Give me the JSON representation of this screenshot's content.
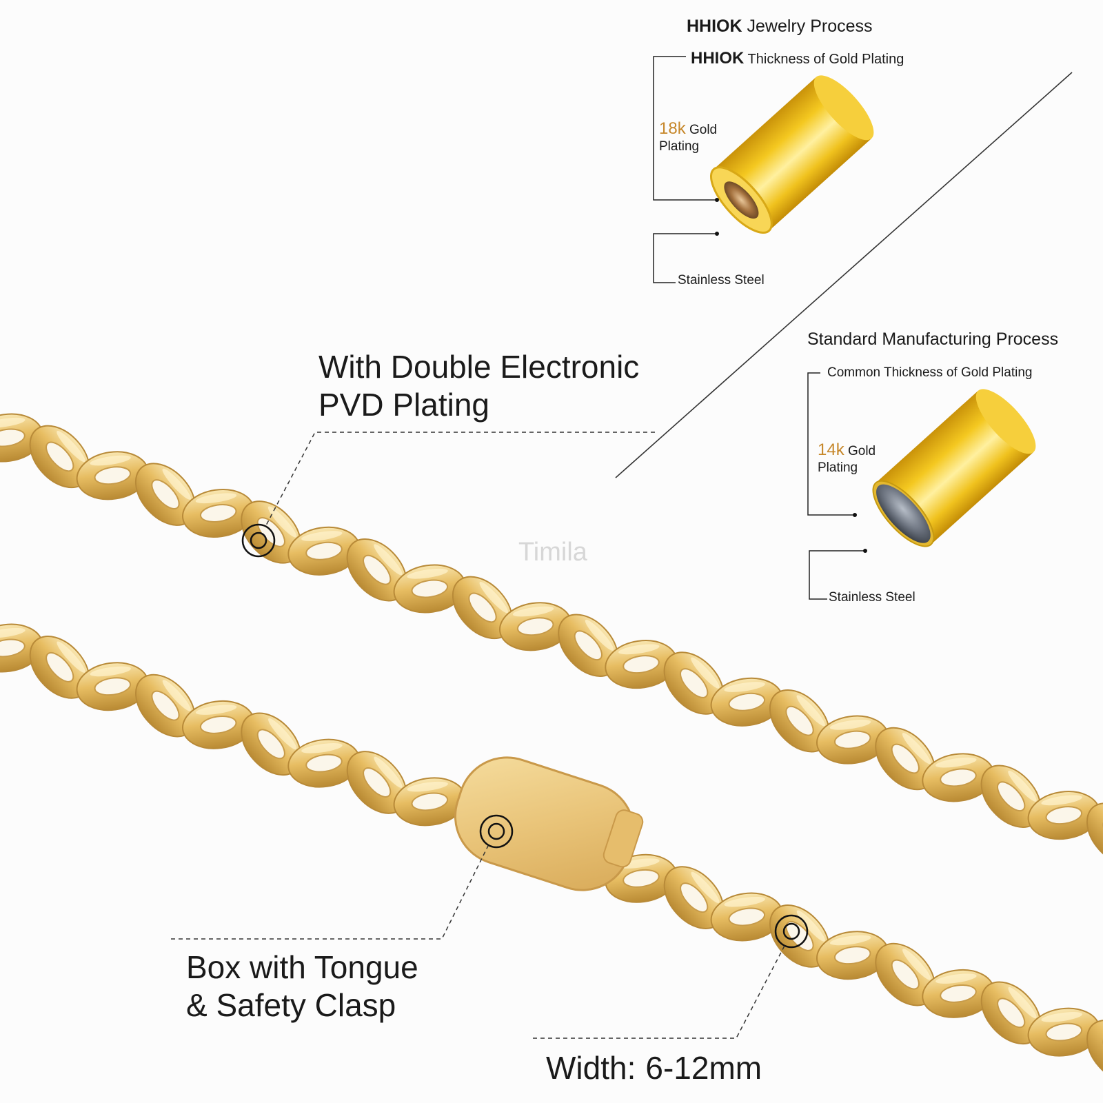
{
  "watermark": "Timila",
  "hhiok_panel": {
    "title_brand": "HHIOK",
    "title_rest": "Jewelry Process",
    "subtitle_brand": "HHIOK",
    "subtitle_rest": "Thickness of Gold Plating",
    "karat": "18k",
    "gold_word": "Gold",
    "plating_word": "Plating",
    "core_label": "Stainless Steel"
  },
  "standard_panel": {
    "title": "Standard Manufacturing Process",
    "subtitle": "Common Thickness of Gold Plating",
    "karat": "14k",
    "gold_word": "Gold",
    "plating_word": "Plating",
    "core_label": "Stainless Steel"
  },
  "callouts": {
    "pvd_line1": "With Double Electronic",
    "pvd_line2": "PVD Plating",
    "clasp_line1": "Box with Tongue",
    "clasp_line2": "& Safety Clasp",
    "width_label": "Width:",
    "width_value": "6-12mm"
  },
  "colors": {
    "gold_light": "#f8e2a4",
    "gold_mid": "#e3b75a",
    "gold_dark": "#b8862e",
    "karat_text": "#c6872a",
    "steel_core": "#6d7480",
    "line": "#2a2a2a"
  }
}
